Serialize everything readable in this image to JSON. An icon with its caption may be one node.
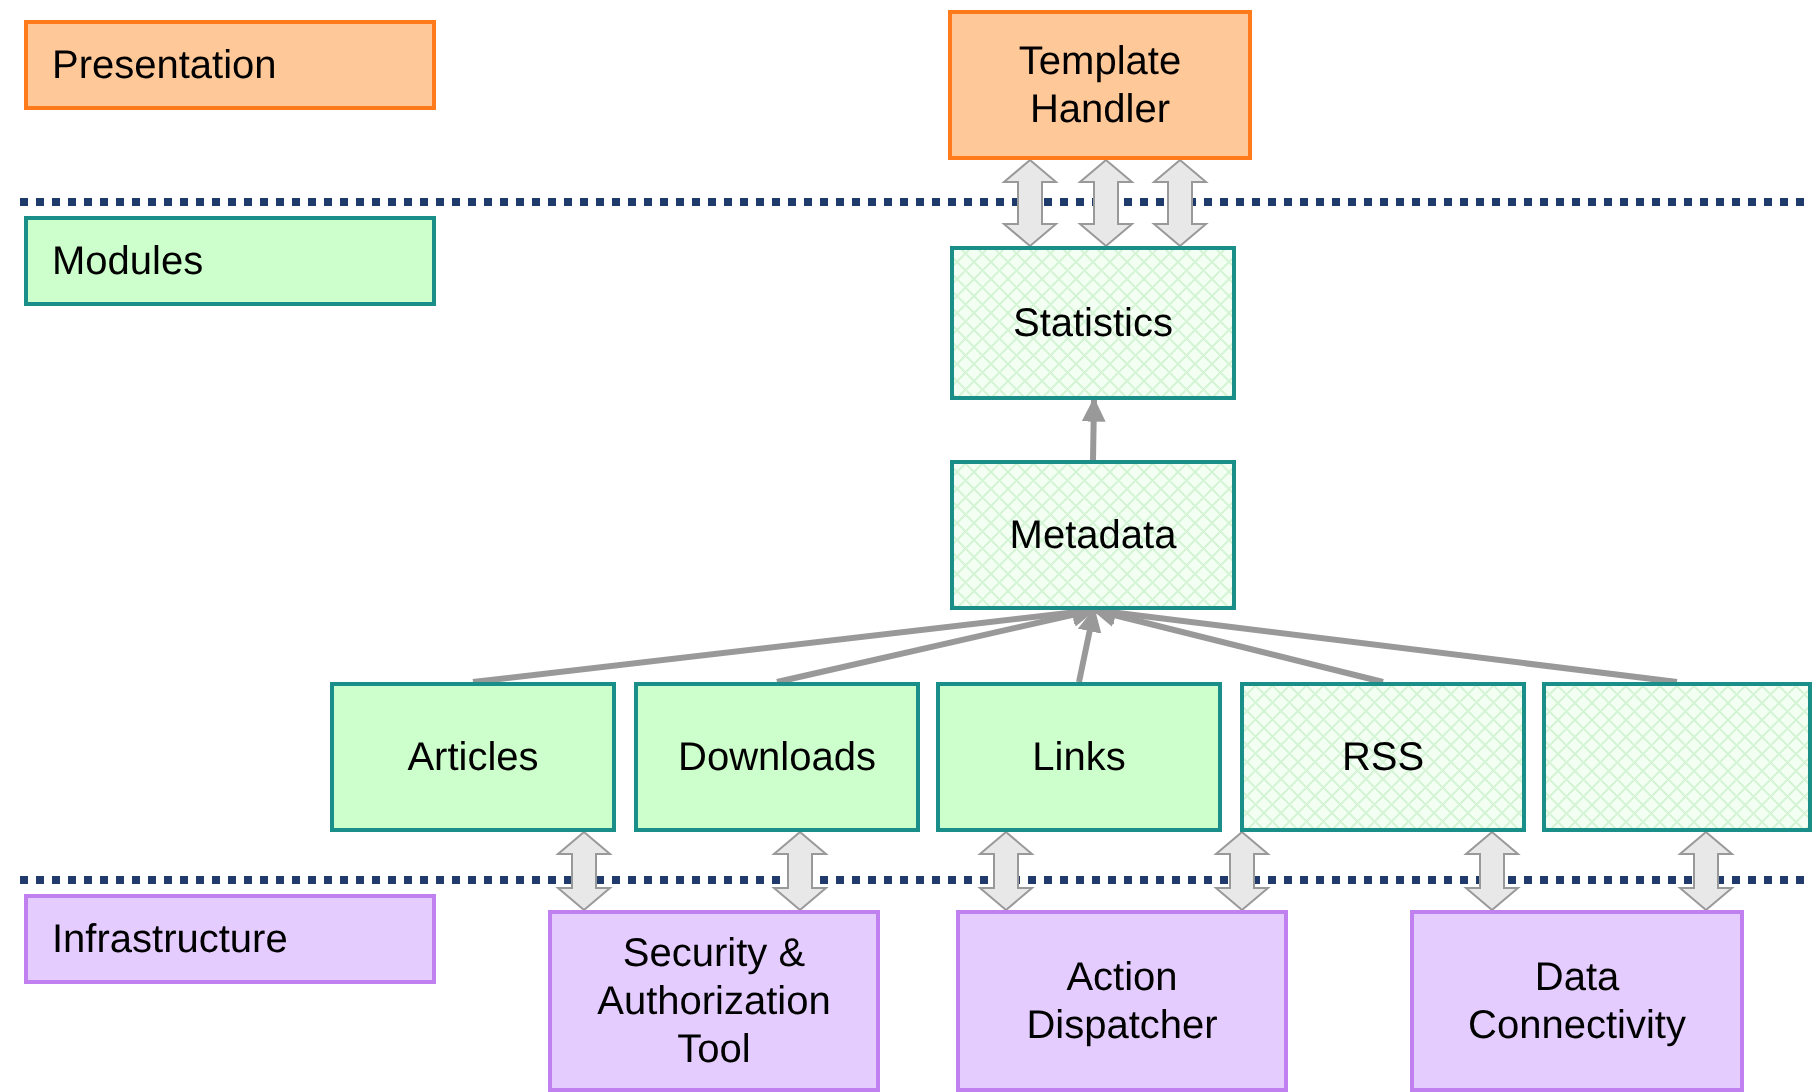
{
  "diagram": {
    "nodes": [
      {
        "text": [
          "Presentation"
        ]
      },
      {
        "text": [
          "Template Handler"
        ]
      },
      {
        "text": [
          "Modules"
        ]
      },
      {
        "text": [
          "Statistics"
        ]
      },
      {
        "text": [
          "Metadata"
        ]
      },
      {
        "text": [
          "Articles"
        ]
      },
      {
        "text": [
          "Downloads"
        ]
      },
      {
        "text": [
          "Links"
        ]
      },
      {
        "text": [
          "RSS"
        ]
      },
      {
        "text": [],
        "shape": "box"
      },
      {
        "text": [
          "Infrastructure"
        ]
      },
      {
        "text": [
          "Security & Authorization Tool"
        ]
      },
      {
        "text": [
          "Action Dispatcher"
        ]
      },
      {
        "text": [
          "Data Connectivity"
        ]
      }
    ],
    "edges": [
      {
        "from": 4,
        "to": 3,
        "arrow": "to"
      },
      {
        "from": 5,
        "to": 4,
        "arrow": "to"
      },
      {
        "from": 6,
        "to": 4,
        "arrow": "to"
      },
      {
        "from": 7,
        "to": 4,
        "arrow": "to"
      },
      {
        "from": 8,
        "to": 4,
        "arrow": "to"
      },
      {
        "from": 9,
        "to": 4,
        "arrow": "to"
      },
      {
        "from": 1,
        "to": 3,
        "arrow": "both",
        "style": "thick"
      },
      {
        "from": 1,
        "to": 3,
        "arrow": "both",
        "style": "thick"
      },
      {
        "from": 1,
        "to": 3,
        "arrow": "both",
        "style": "thick"
      },
      {
        "from": 5,
        "to": 11,
        "arrow": "both",
        "style": "thick"
      },
      {
        "from": 6,
        "to": 11,
        "arrow": "both",
        "style": "thick"
      },
      {
        "from": 7,
        "to": 12,
        "arrow": "both",
        "style": "thick"
      },
      {
        "from": 8,
        "to": 12,
        "arrow": "both",
        "style": "thick"
      },
      {
        "from": 8,
        "to": 13,
        "arrow": "both",
        "style": "thick"
      },
      {
        "from": 9,
        "to": 13,
        "arrow": "both",
        "style": "thick"
      }
    ]
  }
}
